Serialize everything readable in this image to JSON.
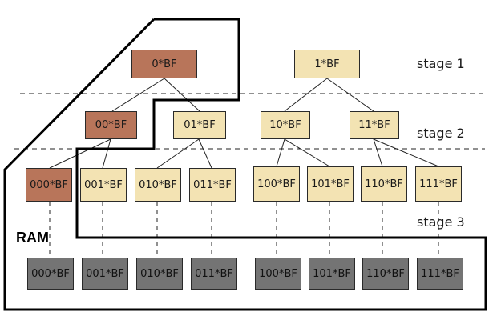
{
  "colors": {
    "tan": "#f3e3b3",
    "brown": "#b8755a",
    "gray": "#747474"
  },
  "stage_labels": [
    "stage 1",
    "stage 2",
    "stage 3"
  ],
  "ram_label": "RAM",
  "tree": {
    "stage1": [
      "0*BF",
      "1*BF"
    ],
    "stage2": [
      "00*BF",
      "01*BF",
      "10*BF",
      "11*BF"
    ],
    "stage3": [
      "000*BF",
      "001*BF",
      "010*BF",
      "011*BF",
      "100*BF",
      "101*BF",
      "110*BF",
      "111*BF"
    ]
  },
  "ram_blocks": [
    "000*BF",
    "001*BF",
    "010*BF",
    "011*BF",
    "100*BF",
    "101*BF",
    "110*BF",
    "111*BF"
  ],
  "highlighted_path": [
    "0*BF",
    "00*BF",
    "000*BF"
  ]
}
